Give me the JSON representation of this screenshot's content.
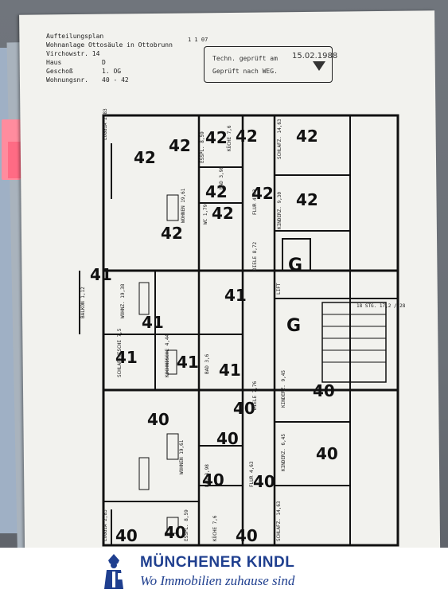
{
  "header": {
    "title": "Aufteilungsplan",
    "project": "Wohnanlage Ottosäule in Ottobrunn",
    "address": "Virchowstr. 14",
    "haus_label": "Haus",
    "haus_value": "D",
    "geschoss_label": "Geschoß",
    "geschoss_value": "1. OG",
    "wohnungsnr_label": "Wohnungsnr.",
    "wohnungsnr_value": "40 - 42",
    "page_number": "1 1 07"
  },
  "stamp": {
    "line1": "Techn. geprüft am",
    "date": "15.02.1988",
    "line2": "Geprüft nach WEG."
  },
  "plan": {
    "numbers": [
      "42",
      "42",
      "42",
      "42",
      "42",
      "42",
      "42",
      "42",
      "42",
      "42",
      "41",
      "41",
      "41",
      "41",
      "41",
      "41",
      "40",
      "40",
      "40",
      "40",
      "40",
      "40",
      "40",
      "40",
      "40",
      "40",
      "G",
      "G"
    ],
    "room_labels": [
      "LOGGIA 2,83",
      "WOHNEN 19,61",
      "ESSPL. 8,59",
      "KÜCHE 7,6",
      "BAD 3,98",
      "WC 1,79",
      "FLUR 4,63",
      "SCHLAFZ. 14,63",
      "KINDERZ. 9,30",
      "DIELE 8,72",
      "LIFT",
      "BALKON 1,12",
      "WOHNZ. 19,38",
      "SCHLAF-NISCHE 7,5",
      "KOCHNISCHE 4,44",
      "BAD 3,6",
      "DIELE 7,76",
      "KINDERZ. 9,45",
      "KINDERZ. 6,45",
      "WOHNEN 19,61",
      "BAD 3,98",
      "ESSPL. 8,59",
      "KÜCHE 7,6",
      "FLUR 4,63",
      "SCHLAFZ. 14,63",
      "LOGGIA 2,83",
      "18 STG. 17,2 / 28"
    ]
  },
  "banner": {
    "brand": "MÜNCHENER KINDL",
    "tagline": "Wo Immobilien zuhause sind"
  },
  "colors": {
    "brand_blue": "#1f3f8f",
    "paper": "#f2f2ee",
    "tab_pink": "#ff8c9e"
  }
}
